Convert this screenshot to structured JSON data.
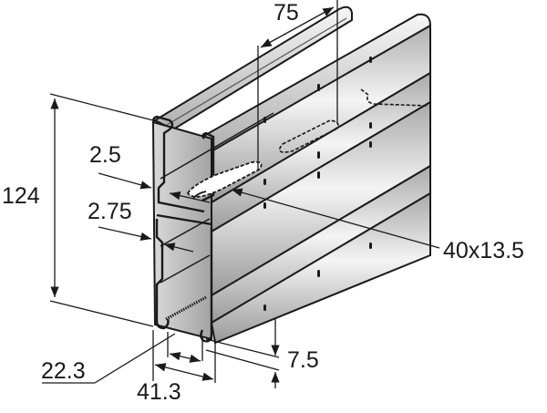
{
  "figure": {
    "subject": "Double strut channel (back-to-back installation rail), isometric view",
    "colors": {
      "metal_light": "#f2f2f2",
      "metal_mid": "#c4c4c4",
      "metal_dark": "#8e8e8e",
      "outline": "#1a1a1a",
      "background": "#ffffff"
    }
  },
  "dimensions": {
    "length_pitch": "75",
    "height": "124",
    "wall_thickness_upper": "2.5",
    "wall_thickness_lower": "2.75",
    "slot_size": "40x13.5",
    "slot_opening": "22.3",
    "width": "41.3",
    "lip_height": "7.5"
  }
}
